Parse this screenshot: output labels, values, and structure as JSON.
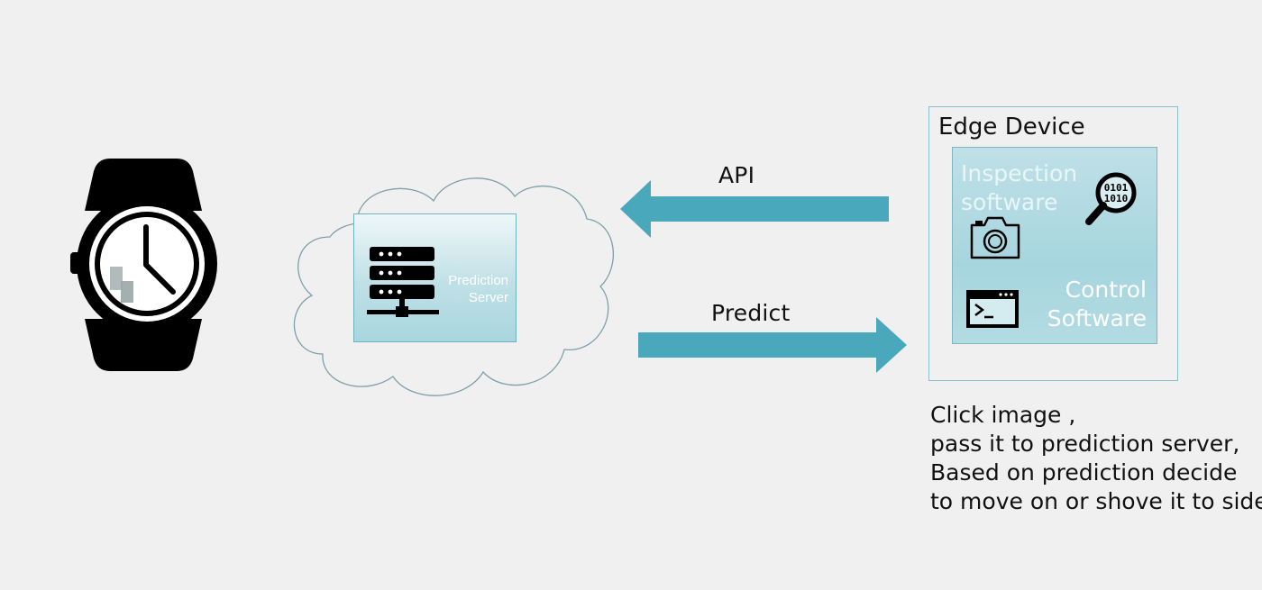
{
  "arrows": {
    "api_label": "API",
    "predict_label": "Predict",
    "color": "#4aa8bc"
  },
  "cloud": {
    "server_label_line1": "Prediction",
    "server_label_line2": "Server",
    "server_icon": "server-rack-icon"
  },
  "edge_device": {
    "title": "Edge Device",
    "inspection_line1": "Inspection",
    "inspection_line2": "software",
    "control_line1": "Control",
    "control_line2": "Software",
    "icons": [
      "magnifier-binary-icon",
      "camera-icon",
      "terminal-window-icon"
    ]
  },
  "description": {
    "lines": [
      "Click image ,",
      "pass it to prediction server,",
      "Based on prediction decide",
      "to move on or shove it to side"
    ]
  },
  "watch": {
    "icon": "smartwatch-icon"
  }
}
